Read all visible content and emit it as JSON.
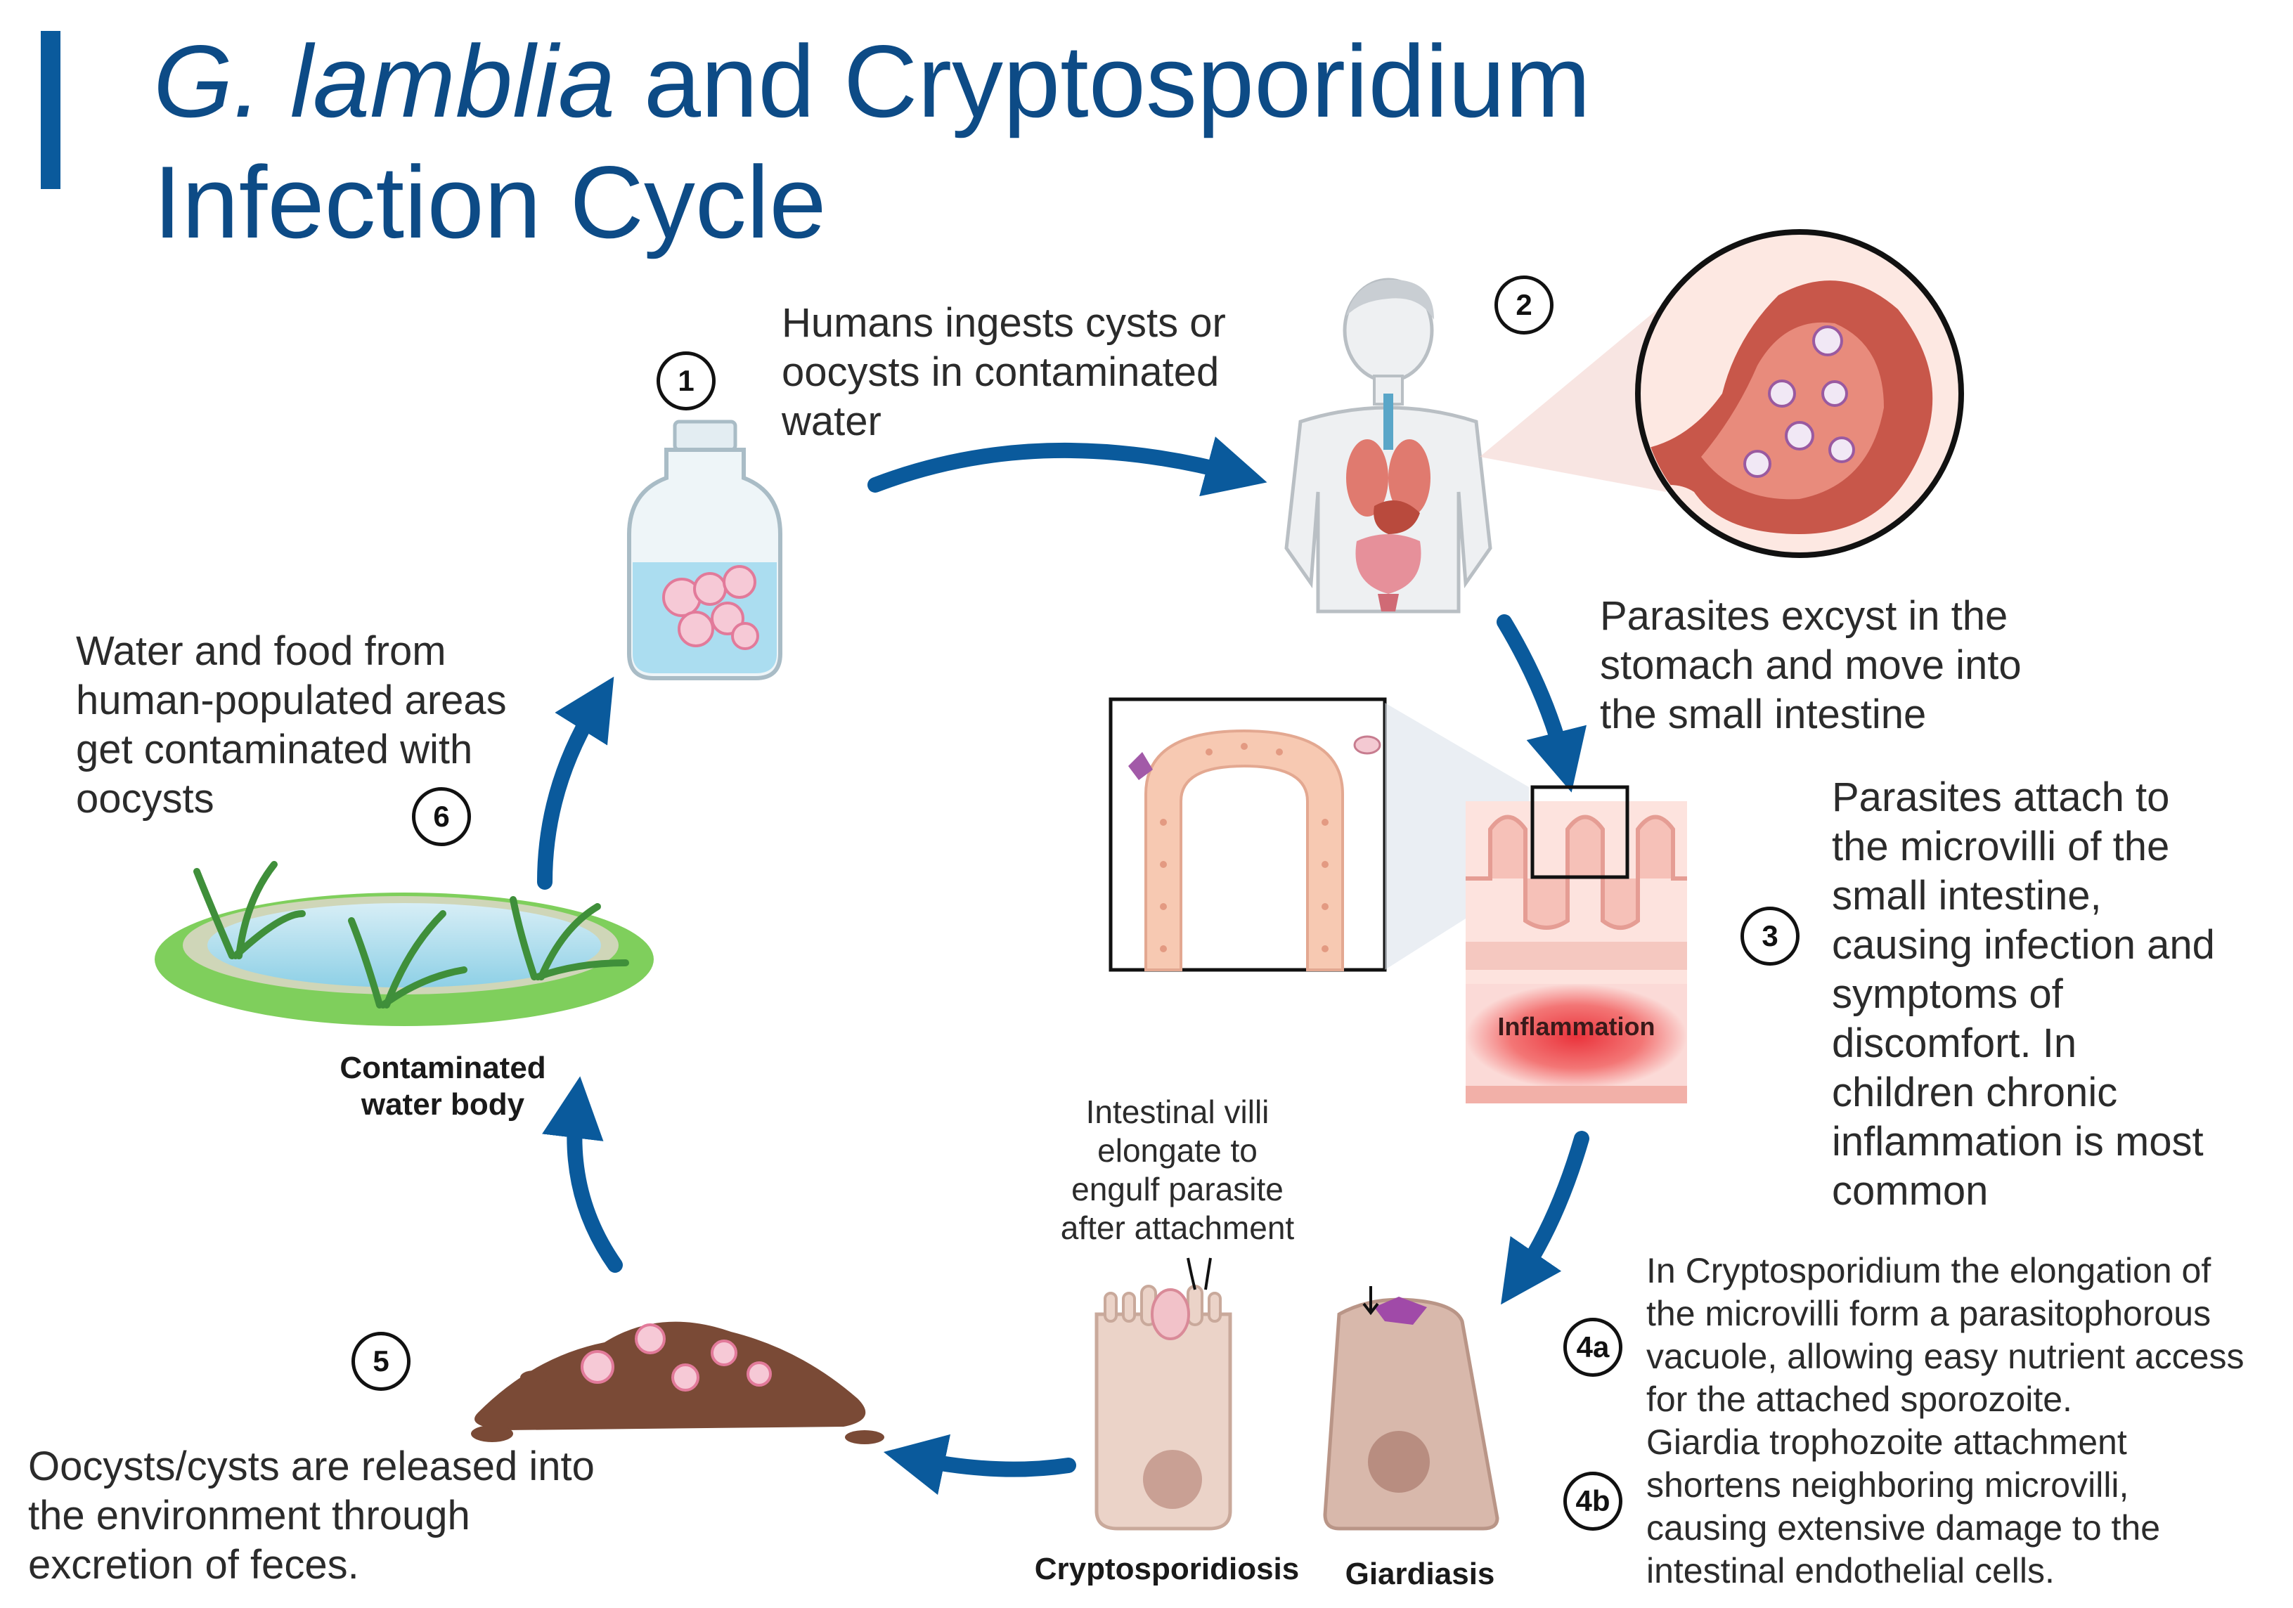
{
  "title": {
    "italic": "G. lamblia",
    "rest_line1": " and Cryptosporidium",
    "line2": "Infection Cycle"
  },
  "steps": {
    "s1": {
      "num": "1",
      "text": "Humans ingests cysts or\noocysts in contaminated\nwater"
    },
    "s2": {
      "num": "2",
      "text": "Parasites excyst in the\nstomach and move into\nthe small intestine"
    },
    "s3": {
      "num": "3",
      "text": "Parasites attach to\nthe microvilli of the\nsmall intestine,\ncausing infection and\nsymptoms of\ndiscomfort. In\nchildren chronic\ninflammation is most\ncommon"
    },
    "s4a": {
      "num": "4a",
      "text": "In Cryptosporidium the elongation of\nthe microvilli form a parasitophorous\nvacuole, allowing easy nutrient access\nfor the attached sporozoite."
    },
    "s4b": {
      "num": "4b",
      "text": "Giardia trophozoite attachment\nshortens neighboring microvilli,\ncausing extensive damage to the\nintestinal endothelial cells."
    },
    "s5": {
      "num": "5",
      "text": "Oocysts/cysts are released into\nthe environment through\nexcretion of feces."
    },
    "s6": {
      "num": "6",
      "text": "Water and food from\nhuman-populated areas\nget contaminated with\noocysts"
    }
  },
  "labels": {
    "inflammation": "Inflammation",
    "villi_note": "Intestinal villi\nelongate to\nengulf parasite\nafter attachment",
    "water_body": "Contaminated\nwater body",
    "crypto": "Cryptosporidiosis",
    "giardia": "Giardiasis"
  },
  "colors": {
    "title": "#0d4b86",
    "arrow": "#0a5a9c",
    "tissue": "#f2b8a8",
    "cell": "#e8cfc4"
  }
}
